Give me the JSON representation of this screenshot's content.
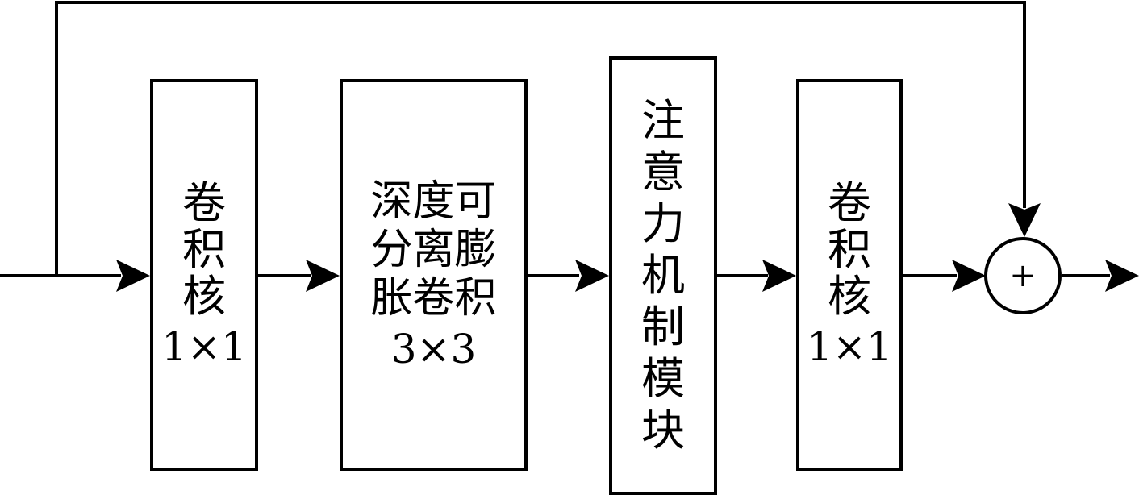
{
  "nodes": {
    "conv1": {
      "title": "卷积核",
      "size": "1×1"
    },
    "dsconv": {
      "title": "深度可分离膨胀卷积",
      "size": "3×3"
    },
    "attention": {
      "title": "注意力机制模块"
    },
    "conv2": {
      "title": "卷积核",
      "size": "1×1"
    },
    "sum": {
      "symbol": "+"
    }
  },
  "colors": {
    "stroke": "#000000",
    "background": "#ffffff"
  }
}
